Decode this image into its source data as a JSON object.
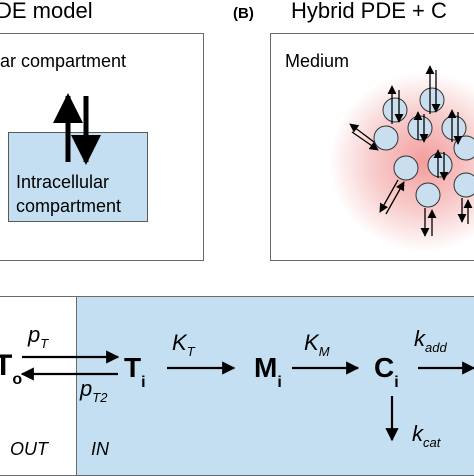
{
  "panel_a": {
    "title": "DE model",
    "extracellular_label": "ar compartment",
    "intracellular_label_line1": "Intracellular",
    "intracellular_label_line2": "compartment"
  },
  "panel_b": {
    "tag": "(B)",
    "title": "Hybrid PDE + C",
    "medium_label": "Medium"
  },
  "panel_c": {
    "out_label": "OUT",
    "in_label": "IN",
    "species": {
      "T_out": {
        "main": "T",
        "sub": "o"
      },
      "T_in": {
        "main": "T",
        "sub": "i"
      },
      "M_in": {
        "main": "M",
        "sub": "i"
      },
      "C_in": {
        "main": "C",
        "sub": "i"
      }
    },
    "rates": {
      "p_T": {
        "main": "p",
        "sub": "T"
      },
      "p_T2": {
        "main": "p",
        "sub": "T2"
      },
      "K_T": {
        "main": "K",
        "sub": "T"
      },
      "K_M": {
        "main": "K",
        "sub": "M"
      },
      "k_add": {
        "main": "k",
        "sub": "add"
      },
      "k_cat": {
        "main": "k",
        "sub": "cat"
      }
    }
  },
  "colors": {
    "cell_fill": "#c9dff0",
    "compartment_fill": "#c5dff2",
    "halo": "#f2a3a3",
    "border": "#6a6a6a"
  }
}
